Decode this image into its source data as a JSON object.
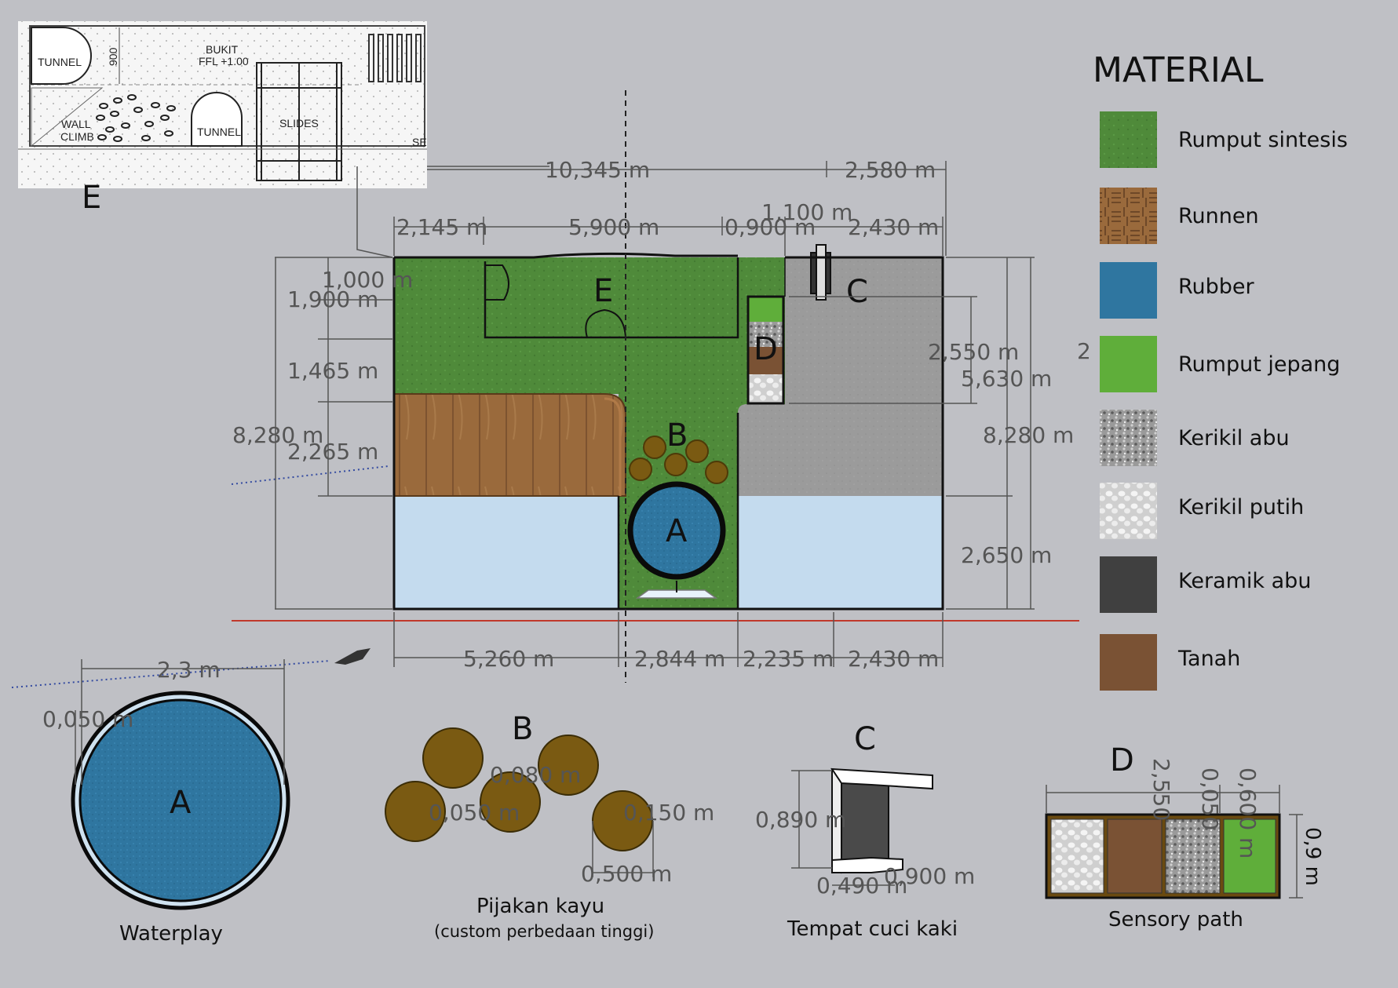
{
  "colors": {
    "background": "#bfc0c5",
    "rumput_sintesis": "#4f8a3a",
    "runnen": "#9a6a3c",
    "rubber": "#2f76a0",
    "rumput_jepang": "#5fae3a",
    "keramik_abu": "#404040",
    "tanah": "#7a5234",
    "water_zone": "#c4dbee",
    "paving": "#9b9b9b",
    "wood_stump": "#7a5a12"
  },
  "sketch": {
    "tunnel_1": "TUNNEL",
    "size_900": "900",
    "bukit": "BUKIT",
    "ffl": "FFL +1.00",
    "wall": "WALL",
    "climb": "CLIMB",
    "tunnel_2": "TUNNEL",
    "slides": "SLIDES",
    "cut": "SE",
    "label": "E"
  },
  "plan": {
    "zone_e": "E",
    "zone_d": "D",
    "zone_c": "C",
    "zone_b": "B",
    "zone_a": "A",
    "dims": {
      "top_total": "10,345 m",
      "top_right": "2,580 m",
      "top_small": "1,100 m",
      "top_a": "2,145 m",
      "top_b": "5,900 m",
      "top_c": "0,900 m",
      "top_d": "2,430 m",
      "left_1": "1,000 m",
      "left_2": "1,900 m",
      "left_3": "1,465 m",
      "left_total": "8,280 m",
      "left_4": "2,265 m",
      "right_1": "2,550 m",
      "right_2": "5,630 m",
      "right_total": "8,280 m",
      "right_3": "2,650 m",
      "bottom_a": "5,260 m",
      "bottom_b": "2,844 m",
      "bottom_c": "2,235 m",
      "bottom_d": "2,430 m",
      "stray": "2"
    }
  },
  "details": {
    "a": {
      "letter": "A",
      "diameter": "2,3 m",
      "edge": "0,050 m",
      "caption": "Waterplay"
    },
    "b": {
      "letter": "B",
      "d1": "0,080 m",
      "d2": "0,050 m",
      "d3": "0,150 m",
      "d4": "0,500 m",
      "caption": "Pijakan kayu",
      "subcaption": "(custom perbedaan tinggi)"
    },
    "c": {
      "letter": "C",
      "height": "0,890 m",
      "depth": "0,490 m",
      "width": "0,900 m",
      "caption": "Tempat cuci kaki"
    },
    "d": {
      "letter": "D",
      "length": "2,550",
      "seg1": "0,050",
      "seg2": "0,600 m",
      "thickness": "0,9 m",
      "caption": "Sensory path"
    }
  },
  "legend": {
    "title": "MATERIAL",
    "items": [
      {
        "label": "Rumput sintesis",
        "color": "#4f8a3a",
        "icon": "grass-swatch"
      },
      {
        "label": "Runnen",
        "color": "#9a6a3c",
        "icon": "wood-deck-swatch"
      },
      {
        "label": "Rubber",
        "color": "#2f76a0",
        "icon": "rubber-swatch"
      },
      {
        "label": "Rumput jepang",
        "color": "#5fae3a",
        "icon": "grass-swatch"
      },
      {
        "label": "Kerikil abu",
        "color": "#8a8a8a",
        "icon": "gravel-swatch"
      },
      {
        "label": "Kerikil putih",
        "color": "#e9e9e9",
        "icon": "pebble-swatch"
      },
      {
        "label": "Keramik abu",
        "color": "#404040",
        "icon": "ceramic-swatch"
      },
      {
        "label": "Tanah",
        "color": "#7a5234",
        "icon": "soil-swatch"
      }
    ]
  }
}
